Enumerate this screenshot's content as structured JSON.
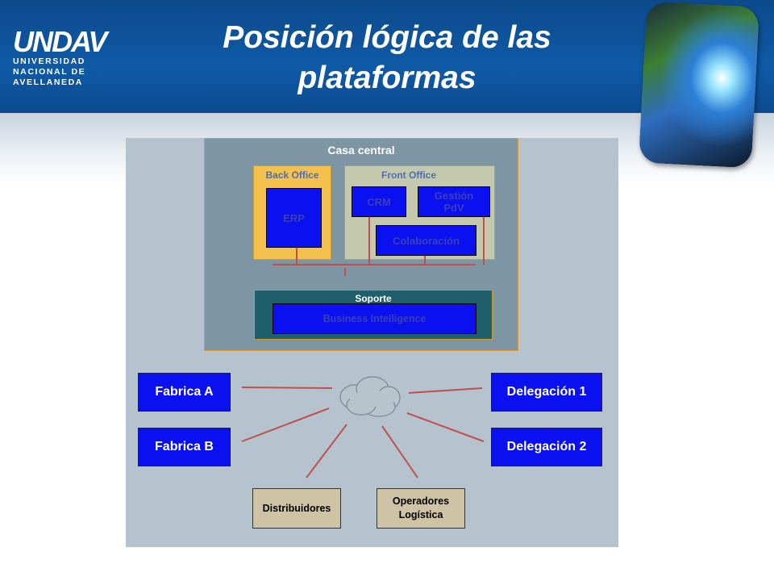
{
  "header": {
    "logo": {
      "mark": "UNDAV",
      "lines": [
        "UNIVERSIDAD",
        "NACIONAL DE",
        "AVELLANEDA"
      ]
    },
    "title_line1": "Posición lógica de las",
    "title_line2": "plataformas"
  },
  "diagram": {
    "casa_central": "Casa central",
    "back_office": {
      "label": "Back Office",
      "erp": "ERP"
    },
    "front_office": {
      "label": "Front Office",
      "crm": "CRM",
      "gestion_pdv": "Gestión PdV",
      "colaboracion": "Colaboración"
    },
    "soporte": {
      "label": "Soporte",
      "bi": "Business Intelligence"
    },
    "nodes": {
      "fabrica_a": "Fabrica A",
      "fabrica_b": "Fabrica B",
      "delegacion_1": "Delegación 1",
      "delegacion_2": "Delegación 2",
      "distribuidores": "Distribuidores",
      "operadores_line1": "Operadores",
      "operadores_line2": "Logística"
    }
  },
  "colors": {
    "header_blue": "#0f5aa6",
    "node_blue": "#0a10f0",
    "connector_red": "#c0504d",
    "back_office_yellow": "#f4c04e",
    "front_office_sage": "#c4c8ad",
    "soporte_teal": "#1f5f6b"
  }
}
